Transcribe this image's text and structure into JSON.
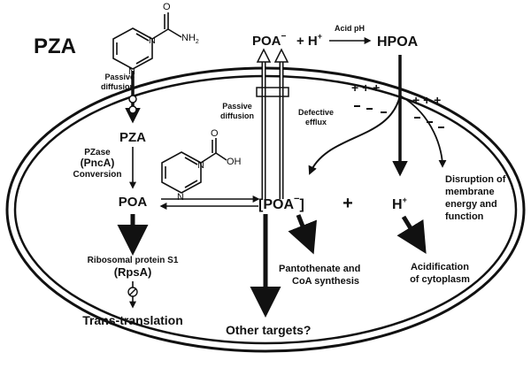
{
  "labels": {
    "pza": "PZA",
    "nh2": "NH",
    "nh2_sub": "2",
    "passive_left_1": "Passive",
    "passive_left_2": "diffusion",
    "pza_inside": "PZA",
    "pzase": "PZase",
    "pnca": "(PncA)",
    "conversion": "Conversion",
    "oh": "OH",
    "poa_left": "POA",
    "ribosomal": "Ribosomal protein S1",
    "rpsa": "(RpsA)",
    "trans_translation": "Trans-translation",
    "poa_top": "POA",
    "poa_top_charge": "−",
    "plus_top": "+ H",
    "plus_top_sup": "+",
    "acid_ph": "Acid pH",
    "hpoa": "HPOA",
    "passive_right_1": "Passive",
    "passive_right_2": "diffusion",
    "defective_1": "Defective",
    "defective_2": "efflux",
    "plus_signs_left": "+ + +",
    "plus_signs_right": "+ + +",
    "poa_bracket": "[POA",
    "poa_bracket_charge": "−",
    "poa_bracket_end": "]",
    "plus_middle": "+",
    "h_inside": "H",
    "h_inside_sup": "+",
    "disruption_1": "Disruption of",
    "disruption_2": "membrane",
    "disruption_3": "energy and",
    "disruption_4": "function",
    "pantothenate_1": "Pantothenate and",
    "pantothenate_2": "CoA synthesis",
    "acidification_1": "Acidification",
    "acidification_2": "of cytoplasm",
    "other_targets": "Other targets?"
  }
}
